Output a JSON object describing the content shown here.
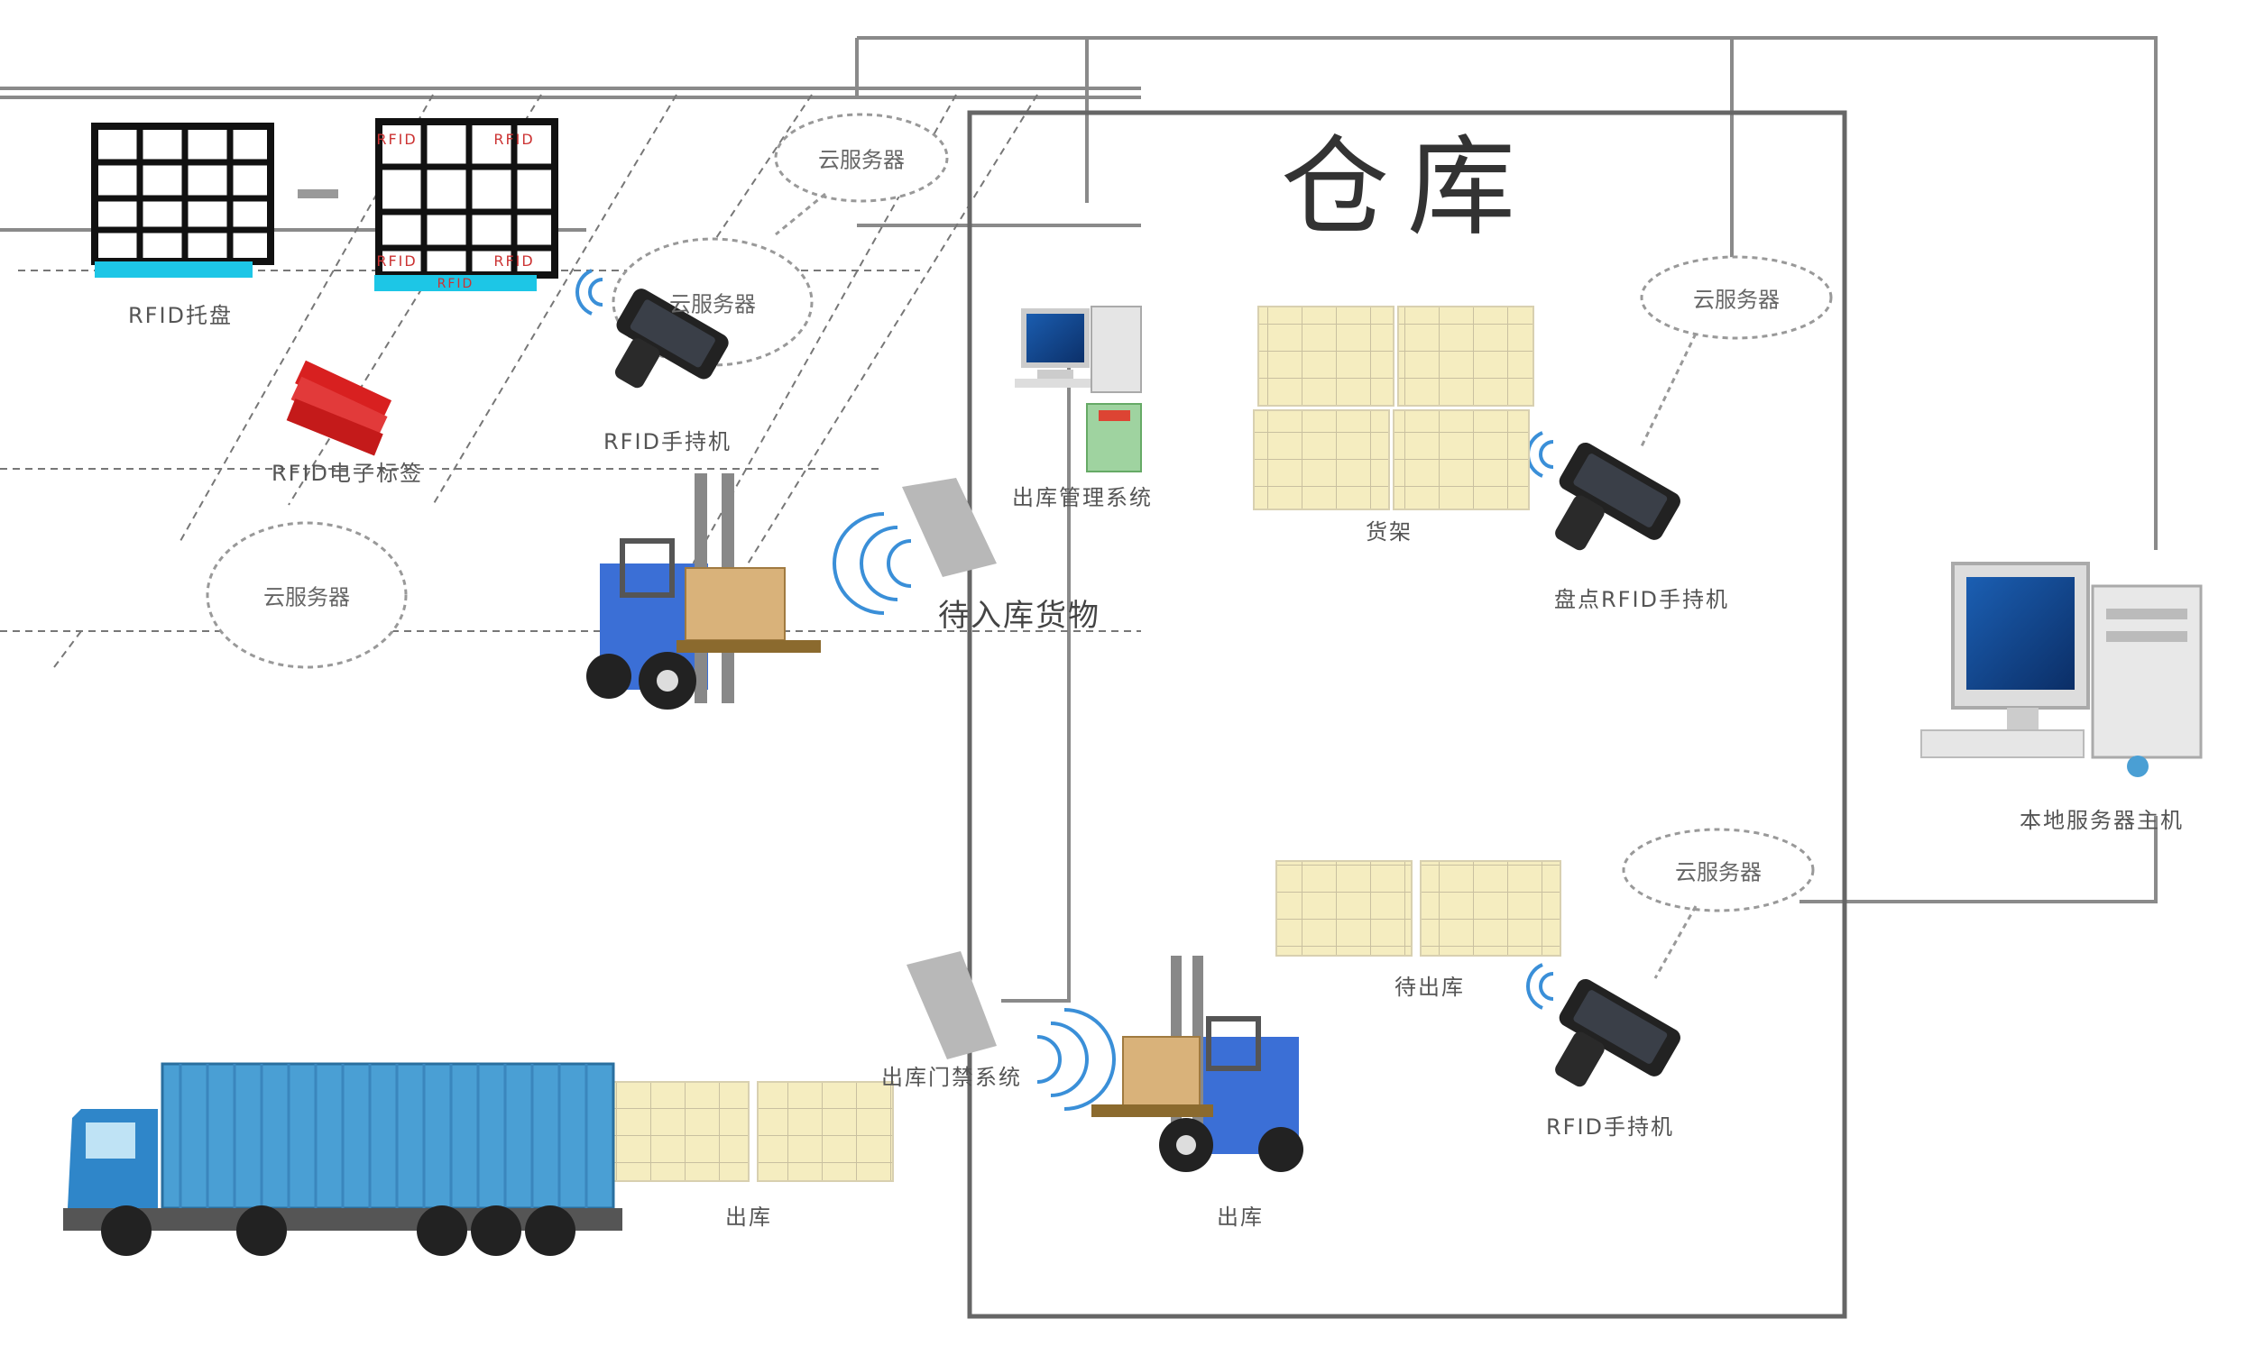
{
  "title": "仓库",
  "labels": {
    "cloud_top_left": "云服务器",
    "cloud_mid_left": "云服务器",
    "cloud_lower_left": "云服务器",
    "cloud_right_top": "云服务器",
    "cloud_right_bottom": "云服务器",
    "rfid_text_1": "RFID",
    "rfid_text_2": "RFID",
    "rfid_text_3": "RFID",
    "rfid_text_4": "RFID",
    "rfid_text_5": "RFID",
    "pallet_left_caption": "RFID托盘",
    "tags_caption": "RFID电子标签",
    "handheld_top_caption": "RFID手持机",
    "pc_caption": "出库管理系统",
    "reader_top_caption": "待入库货物",
    "storage_caption": "货架",
    "handheld_right_caption": "盘点RFID手持机",
    "server_caption": "本地服务器主机",
    "wait_caption": "待出库",
    "door_reader_caption": "出库门禁系统",
    "handheld_bottom_caption": "RFID手持机",
    "truck_goods_caption": "出库",
    "forklift_bottom_caption": "出库"
  },
  "colors": {
    "box_fill": "#f5edc0",
    "box_line": "#c9c0a0",
    "truck_container": "#4a9fd4",
    "truck_cab": "#2f86c9",
    "forklift": "#3b6fd6",
    "wave": "#3a8fd8",
    "frame": "#666666"
  }
}
